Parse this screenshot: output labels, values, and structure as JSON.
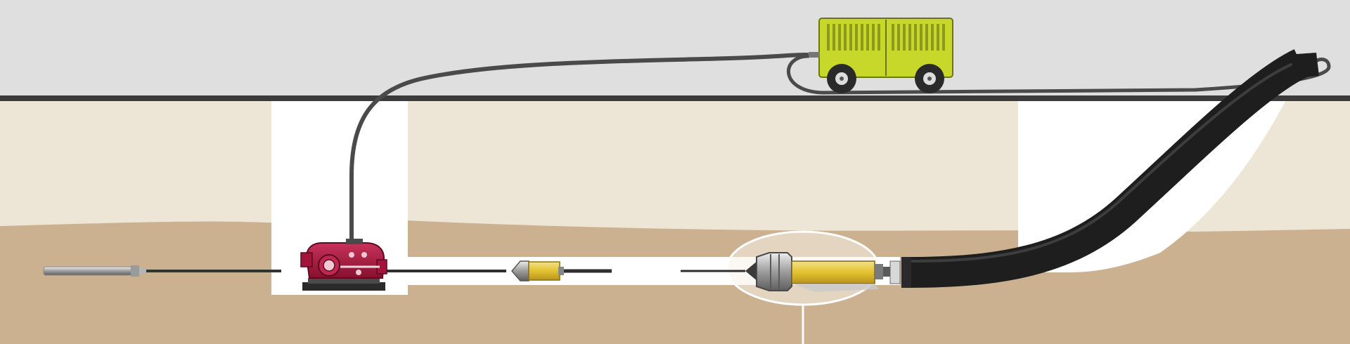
{
  "diagram": {
    "elements": [
      {
        "name": "sky",
        "kind": "background"
      },
      {
        "name": "upper-soil-layer",
        "kind": "soil"
      },
      {
        "name": "lower-soil-layer",
        "kind": "soil"
      },
      {
        "name": "ground-surface",
        "kind": "ground-line"
      },
      {
        "name": "launch-pit",
        "kind": "excavation"
      },
      {
        "name": "exit-pit",
        "kind": "excavation"
      },
      {
        "name": "air-compressor",
        "kind": "equipment"
      },
      {
        "name": "compressor-hose",
        "kind": "hose"
      },
      {
        "name": "winch-unit",
        "kind": "equipment"
      },
      {
        "name": "pulling-rod",
        "kind": "rod"
      },
      {
        "name": "rod-connector",
        "kind": "tool"
      },
      {
        "name": "pipe-bursting-head",
        "kind": "tool"
      },
      {
        "name": "new-pipe",
        "kind": "pipe"
      },
      {
        "name": "detail-callout",
        "kind": "annotation"
      }
    ],
    "colors": {
      "sky": "#dfdfdf",
      "upper_soil": "#ede5d5",
      "lower_soil": "#ccb190",
      "ground_line": "#3b3b3b",
      "pit": "#ffffff",
      "compressor_body": "#c7d82a",
      "compressor_vents": "#8d9a1d",
      "hose": "#4a4a4a",
      "winch_body": "#a3143a",
      "pipe": "#1e1e1e",
      "tool_cylinder": "#e3c230",
      "callout": "#f7f2ea"
    }
  }
}
